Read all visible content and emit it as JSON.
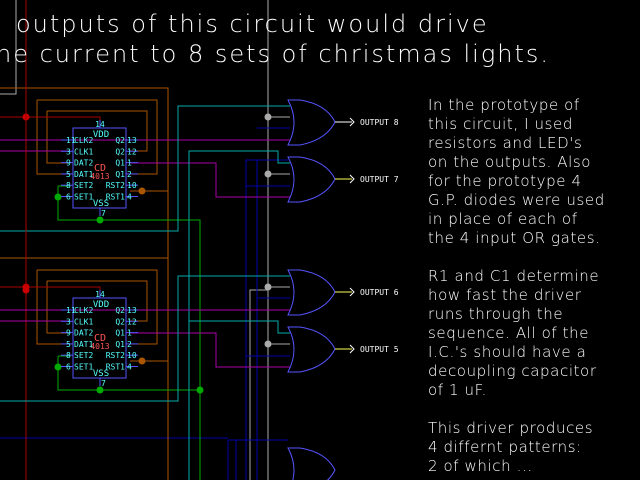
{
  "title": {
    "line1": "outputs of this circuit would drive",
    "line2": "he current to 8 sets of christmas lights."
  },
  "notes": [
    "In the prototype of\nthis circuit, I used\nresistors and LED's\non the outputs.  Also\nfor the prototype 4\nG.P. diodes were used\nin place of each of\nthe 4 input OR gates.",
    "R1 and C1 determine\nhow fast the driver\nruns through the\nsequence.  All of the\nI.C.'s should have a\ndecoupling capacitor\nof 1 uF.",
    "This driver produces\n4 differnt patterns:\n2 of which ..."
  ],
  "chip": {
    "part": "CD",
    "number": "4013",
    "vdd": "VDD",
    "vss": "VSS",
    "vdd_pin": "14",
    "vss_pin": "7",
    "left_pins": [
      {
        "num": "11",
        "name": "CLK2"
      },
      {
        "num": "3",
        "name": "CLK1"
      },
      {
        "num": "9",
        "name": "DAT2"
      },
      {
        "num": "5",
        "name": "DAT1"
      },
      {
        "num": "8",
        "name": "SET2"
      },
      {
        "num": "6",
        "name": "SET1"
      }
    ],
    "right_pins": [
      {
        "num": "13",
        "name": "Q2"
      },
      {
        "num": "12",
        "name": "Q2"
      },
      {
        "num": "1",
        "name": "Q1"
      },
      {
        "num": "2",
        "name": "Q1"
      },
      {
        "num": "10",
        "name": "RST2"
      },
      {
        "num": "4",
        "name": "RST1"
      }
    ]
  },
  "outputs": [
    "OUTPUT 8",
    "OUTPUT 7",
    "OUTPUT 6",
    "OUTPUT 5"
  ],
  "colors": {
    "chip": "#5555ff",
    "pin_text": "#55ffff",
    "part_text": "#ff5555",
    "red": "#aa0000",
    "orange": "#aa5500",
    "cyan": "#00aaaa",
    "magenta": "#aa00aa",
    "green": "#00aa00",
    "gray": "#aaaaaa",
    "blue": "#0000aa",
    "yellow": "#ffff55"
  }
}
